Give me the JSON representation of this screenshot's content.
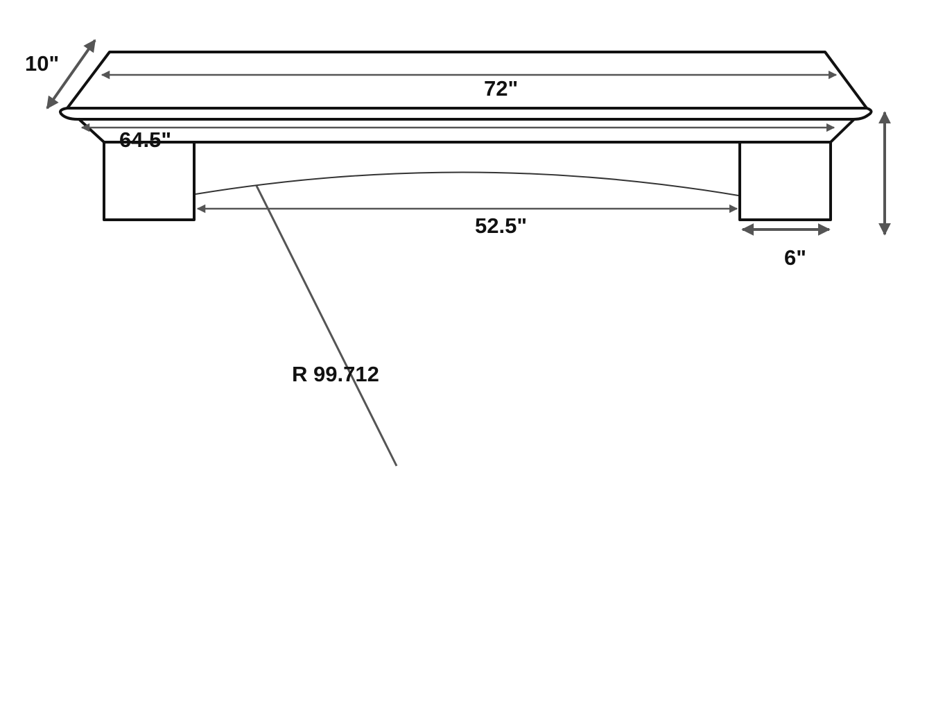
{
  "diagram": {
    "labels": {
      "depth": "10\"",
      "top_length": "72\"",
      "lower_length": "64.5\"",
      "opening_width": "52.5\"",
      "leg_width": "6\"",
      "radius": "R 99.712"
    },
    "colors": {
      "outline": "#111111",
      "dimension_arrow": "#555555",
      "background": "#ffffff"
    }
  }
}
